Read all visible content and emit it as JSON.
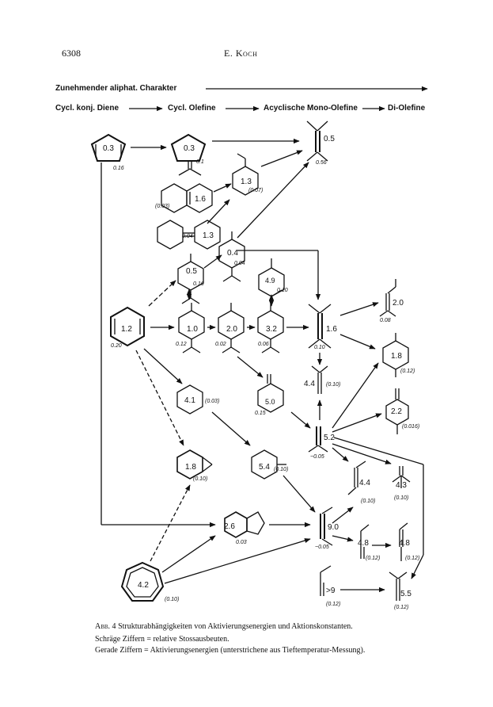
{
  "header": {
    "page_number": "6308",
    "author": "E. Koch"
  },
  "top_labels": {
    "increasing": "Zunehmender aliphat. Charakter",
    "dienes": "Cycl. konj. Diene",
    "olefins": "Cycl. Olefine",
    "acyclic": "Acyclische Mono-Olefine",
    "diolefins": "Di-Olefine"
  },
  "nodes": {
    "cpd": {
      "energy": "0.3",
      "yield": "0.16"
    },
    "cp": {
      "energy": "0.3",
      "yield": "0.1"
    },
    "tme": {
      "energy": "0.5",
      "yield": "0.56"
    },
    "oct": {
      "energy": "1.3",
      "yield": "(0.07)"
    },
    "dec": {
      "energy": "1.6",
      "yield": "(0.03)"
    },
    "bicy": {
      "energy": "1.3",
      "yield": "0.04"
    },
    "lim": {
      "energy": "0.4",
      "yield": "0.04"
    },
    "ter": {
      "energy": "0.5",
      "yield": "0.16"
    },
    "car": {
      "energy": "4.9",
      "yield": "0.10"
    },
    "chd": {
      "energy": "1.2",
      "yield": "0.20"
    },
    "m10": {
      "energy": "1.0",
      "yield": "0.12"
    },
    "m20": {
      "energy": "2.0",
      "yield": "0.02"
    },
    "m32": {
      "energy": "3.2",
      "yield": "0.06"
    },
    "ac16": {
      "energy": "1.6",
      "yield": "0.10"
    },
    "ac20": {
      "energy": "2.0",
      "yield": "0.08"
    },
    "d18": {
      "energy": "1.8",
      "yield": "(0.12)"
    },
    "a44": {
      "energy": "4.4",
      "yield": "(0.10)"
    },
    "che": {
      "energy": "4.1",
      "yield": "(0.03)"
    },
    "pin": {
      "energy": "5.0",
      "yield": "0.15"
    },
    "d22": {
      "energy": "2.2",
      "yield": "(0.016)"
    },
    "iso": {
      "energy": "5.2",
      "yield": "~0.05"
    },
    "bh": {
      "energy": "1.8",
      "yield": "(0.10)"
    },
    "ch54": {
      "energy": "5.4",
      "yield": "(0.10)"
    },
    "a44b": {
      "energy": "4.4",
      "yield": "(0.10)"
    },
    "a43": {
      "energy": "4.3",
      "yield": "(0.10)"
    },
    "ind": {
      "energy": "2.6",
      "yield": "0.03"
    },
    "a90": {
      "energy": "9.0",
      "yield": "~0.05"
    },
    "a48a": {
      "energy": "4.8",
      "yield": "(0.12)"
    },
    "a48b": {
      "energy": "4.8",
      "yield": "(0.12)"
    },
    "cht": {
      "energy": "4.2",
      "yield": "(0.10)"
    },
    "a9": {
      "energy": ">9",
      "yield": "(0.12)"
    },
    "a55": {
      "energy": "5.5",
      "yield": "(0.12)"
    }
  },
  "caption": {
    "abb": "Abb. 4",
    "title": "Strukturabhängigkeiten von Aktivierungsenergien und Aktionskonstanten.",
    "line2": "Schräge Ziffern = relative Stossausbeuten.",
    "line3": "Gerade Ziffern = Aktivierungsenergien (unterstrichene aus Tieftemperatur-Messung)."
  }
}
